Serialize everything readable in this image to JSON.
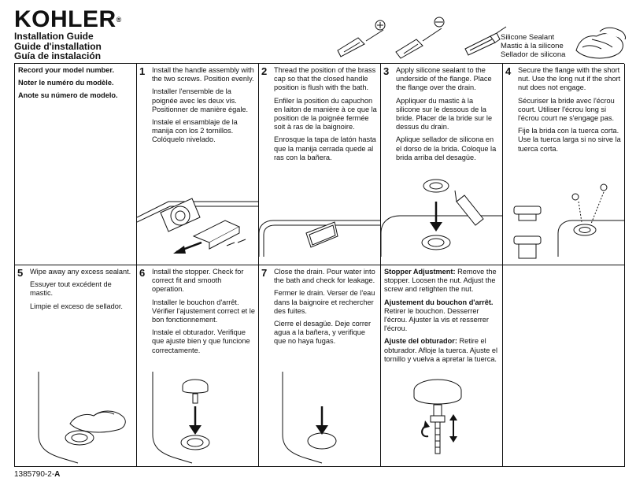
{
  "header": {
    "logo": "KOHLER",
    "logo_mark": "®",
    "titles": [
      "Installation Guide",
      "Guide d'installation",
      "Guía de instalación"
    ],
    "sealant_label": [
      "Silicone Sealant",
      "Mastic à la silicone",
      "Sellador de silicona"
    ]
  },
  "cells": {
    "record": {
      "lines": [
        "Record your model number.",
        "Noter le numéro du modèle.",
        "Anote su número de modelo."
      ]
    },
    "s1": {
      "num": "1",
      "p": [
        "Install the handle assembly with the two screws. Position evenly.",
        "Installer l'ensemble de la poignée avec les deux vis. Positionner de manière égale.",
        "Instale el ensamblaje de la manija con los 2 tornillos. Colóquelo nivelado."
      ]
    },
    "s2": {
      "num": "2",
      "p": [
        "Thread the position of the brass cap so that the closed handle position is flush with the bath.",
        "Enfiler la position du capuchon en laiton de manière à ce que la position de la poignée fermée soit à ras de la baignoire.",
        "Enrosque la tapa de latón hasta que la manija cerrada quede al ras con la bañera."
      ]
    },
    "s3": {
      "num": "3",
      "p": [
        "Apply silicone sealant to the underside of the flange. Place the flange over the drain.",
        "Appliquer du mastic à la silicone sur le dessous de la bride. Placer de la bride sur le dessus du drain.",
        "Aplique sellador de silicona en el dorso de la brida. Coloque la brida arriba del desagüe."
      ]
    },
    "s4": {
      "num": "4",
      "p": [
        "Secure the flange with the short nut. Use the long nut if the short nut does not engage.",
        "Sécuriser la bride avec l'écrou court. Utiliser l'écrou long si l'écrou court ne s'engage pas.",
        "Fije la brida con la tuerca corta. Use la tuerca larga si no sirve la tuerca corta."
      ]
    },
    "s5": {
      "num": "5",
      "p": [
        "Wipe away any excess sealant.",
        "Essuyer tout excédent de mastic.",
        "Limpie el exceso de sellador."
      ]
    },
    "s6": {
      "num": "6",
      "p": [
        "Install the stopper. Check for correct fit and smooth operation.",
        "Installer le bouchon d'arrêt. Vérifier l'ajustement correct et le bon fonctionnement.",
        "Instale el obturador. Verifique que ajuste bien y que funcione correctamente."
      ]
    },
    "s7": {
      "num": "7",
      "p": [
        "Close the drain. Pour water into the bath and check for leakage.",
        "Fermer le drain. Verser de l'eau dans la baignoire et rechercher des fuites.",
        "Cierre el desagüe. Deje correr agua a la bañera, y verifique que no haya fugas."
      ]
    },
    "adjust": {
      "en_head": "Stopper Adjustment:",
      "en_body": "Remove the stopper. Loosen the nut. Adjust the screw and retighten the nut.",
      "fr_head": "Ajustement du bouchon d'arrêt.",
      "fr_body": "Retirer le bouchon. Desserrer l'écrou. Ajuster la vis et resserrer l'écrou.",
      "es_head": "Ajuste del obturador:",
      "es_body": "Retire el obturador. Afloje la tuerca. Ajuste el tornillo y vuelva a apretar la tuerca."
    }
  },
  "footer": {
    "doc_number": "1385790-2-",
    "revision": "A"
  }
}
